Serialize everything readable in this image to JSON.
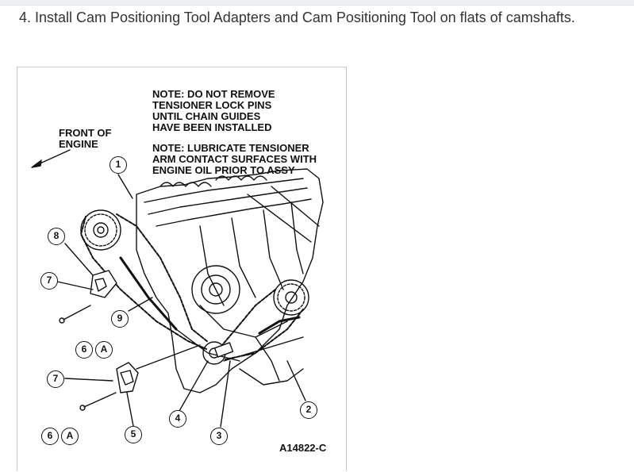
{
  "step_text": "4. Install Cam Positioning Tool Adapters and Cam Positioning Tool on flats of camshafts.",
  "diagram": {
    "notes": {
      "note1": "NOTE: DO NOT REMOVE\nTENSIONER LOCK PINS\nUNTIL CHAIN GUIDES\nHAVE BEEN INSTALLED",
      "note2": "NOTE: LUBRICATE TENSIONER\nARM CONTACT SURFACES WITH\nENGINE OIL PRIOR TO ASSY"
    },
    "front_label": "FRONT OF\nENGINE",
    "figure_id": "A14822-C",
    "callouts": {
      "c1": "1",
      "c2": "2",
      "c3": "3",
      "c4": "4",
      "c5": "5",
      "c6a": "6",
      "c6b": "6",
      "c7a": "7",
      "c7b": "7",
      "c8": "8",
      "c9": "9",
      "ca1": "A",
      "ca2": "A"
    }
  }
}
